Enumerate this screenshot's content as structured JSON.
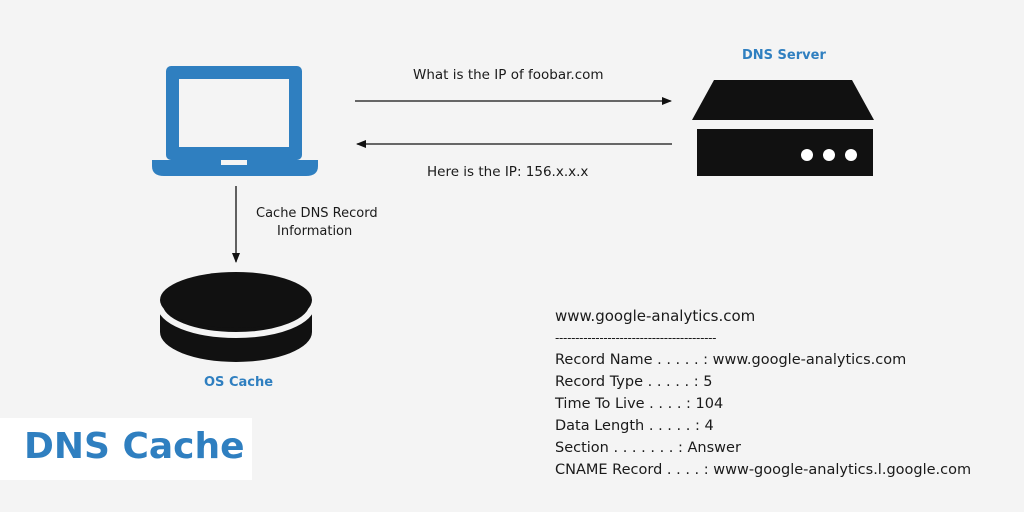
{
  "diagram": {
    "dns_server_label": "DNS Server",
    "os_cache_label": "OS Cache",
    "request_text": "What is the IP of foobar.com",
    "response_text": "Here is the IP: 156.x.x.x",
    "cache_text_line1": "Cache DNS Record",
    "cache_text_line2": "Information",
    "title": "DNS Cache"
  },
  "record": {
    "domain": "www.google-analytics.com",
    "separator": "----------------------------------------",
    "lines": [
      "Record Name . . . . . : www.google-analytics.com",
      "Record Type . . . . . : 5",
      "Time To Live  . . . . : 104",
      "Data Length . . . . . : 4",
      "Section . . . . . . . : Answer",
      "CNAME Record  . . . . : www-google-analytics.l.google.com"
    ]
  },
  "colors": {
    "accent": "#2f7fc0",
    "server": "#111111",
    "background": "#f4f4f4"
  }
}
